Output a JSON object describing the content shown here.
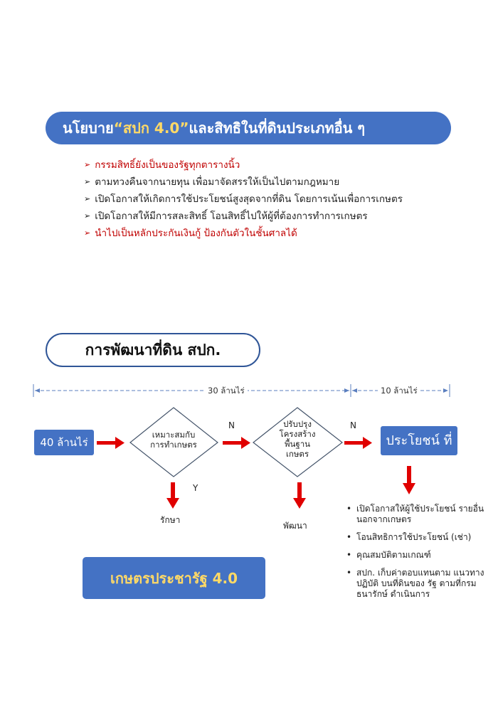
{
  "banner": {
    "prefix": "นโยบาย ",
    "highlight": "“สปก 4.0”",
    "suffix": " และสิทธิในที่ดินประเภทอื่น ๆ"
  },
  "policy_items": [
    "กรรมสิทธิ์ยังเป็นของรัฐทุกตารางนิ้ว",
    "ตามทวงคืนจากนายทุน เพื่อมาจัดสรรให้เป็นไปตามกฎหมาย",
    "เปิดโอกาสให้เกิดการใช้ประโยชน์สูงสุดจากที่ดิน โดยการเน้นเพื่อการเกษตร",
    "เปิดโอกาสให้มีการสละสิทธิ์ โอนสิทธิ์ไปให้ผู้ที่ต้องการทำการเกษตร",
    "นำไปเป็นหลักประกันเงินกู้ ป้องกันตัวในชั้นศาลได้"
  ],
  "section_title": "การพัฒนาที่ดิน สปก.",
  "dimensions": {
    "left_label": "30 ล้านไร่",
    "right_label": "10 ล้านไร่"
  },
  "flow": {
    "start": "40 ล้านไร่",
    "diamond1": [
      "เหมาะสมกับ",
      "การทำเกษตร"
    ],
    "diamond2": [
      "ปรับปรุง",
      "โครงสร้าง",
      "พื้นฐาน",
      "เกษตร"
    ],
    "n_label": "N",
    "y_label": "Y",
    "keep": "รักษา",
    "develop": "พัฒนา",
    "end": "ประโยชน์ ที่"
  },
  "benefits": [
    "เปิดโอกาสให้ผู้ใช้ประโยชน์ รายอื่นนอกจากเกษตร",
    "โอนสิทธิการใช้ประโยชน์ (เช่า)",
    "คุณสมบัติตามเกณฑ์",
    "สปก. เก็บค่าตอบแทนตาม แนวทางปฏิบัติ บนที่ดินของ รัฐ ตามที่กรมธนารักษ์ ดำเนินการ"
  ],
  "bottom_box": "เกษตรประชารัฐ 4.0",
  "colors": {
    "primary_blue": "#4472c4",
    "highlight_yellow": "#ffd966",
    "red": "#c00000",
    "arrow_red": "#e00000",
    "diamond_stroke": "#44546a"
  }
}
